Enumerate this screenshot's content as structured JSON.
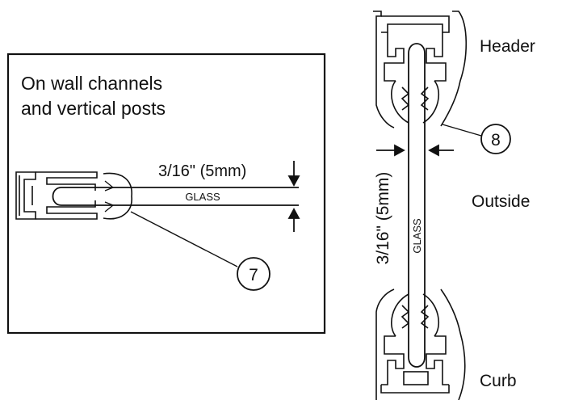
{
  "left_panel": {
    "caption_line1": "On wall channels",
    "caption_line2": "and vertical posts",
    "thickness_label": "3/16\" (5mm)",
    "glass_label": "GLASS",
    "callout_number": "7"
  },
  "right_diagram": {
    "header_label": "Header",
    "outside_label": "Outside",
    "curb_label": "Curb",
    "thickness_label": "3/16\" (5mm)",
    "glass_label": "GLASS",
    "callout_number": "8"
  }
}
